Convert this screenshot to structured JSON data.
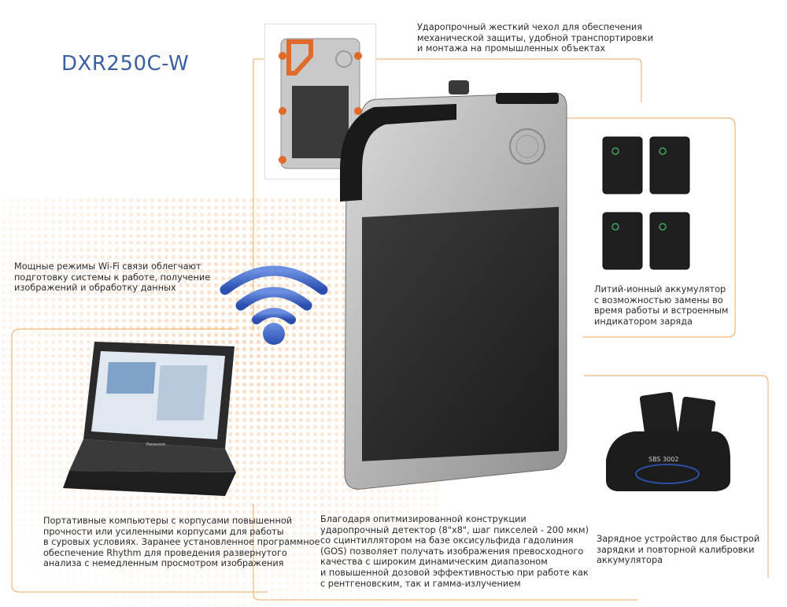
{
  "title": "DXR250C-W",
  "case_text": "Удaропрочный жесткий чехол для обеспечения\nмеханической защиты, удобной транспортировки\nи монтажа на промышленных объектах",
  "wifi_text": "Мощные режимы Wi-Fi связи облегчают\nподготовку системы к работе, получение\nизображений и обработку данных",
  "battery_text": "Литий-ионный аккумулятор\nс возможностью замены во\nвремя работы и встроенным\nиндикатором заряда",
  "laptop_text": "Портативные компьютеры с корпусами повышенной\nпрочности или усиленными корпусами для работы\nв суровых условиях. Заранее установленное программное\nобеспечение Rhythm для проведения развернутого\nанализа с немедленным просмотром изображения",
  "detector_text": "Благодаря опитмизированной конструкции\nударопрочный детектор (8\"x8\", шаг пикселей - 200 мкм)\nсо сцинтиллятором на базе оксисульфида гадолиния\n(GOS) позволяет получать изображения превосходного\nкачества с широким динамическим диапазоном\nи повышенной дозовой эффективностью при работе как\nс рентгеновским, так и гамма-излучением",
  "charger_text": "Зарядное устройство для быстрой\nзарядки и повторной калибровки\nаккумулятора",
  "laptop_brand": "Panasonic",
  "charger_label": "SBS 3002",
  "colors": {
    "accent": "#3b5fa3",
    "guide": "#f0a85a",
    "dots": "#f6c89a"
  }
}
